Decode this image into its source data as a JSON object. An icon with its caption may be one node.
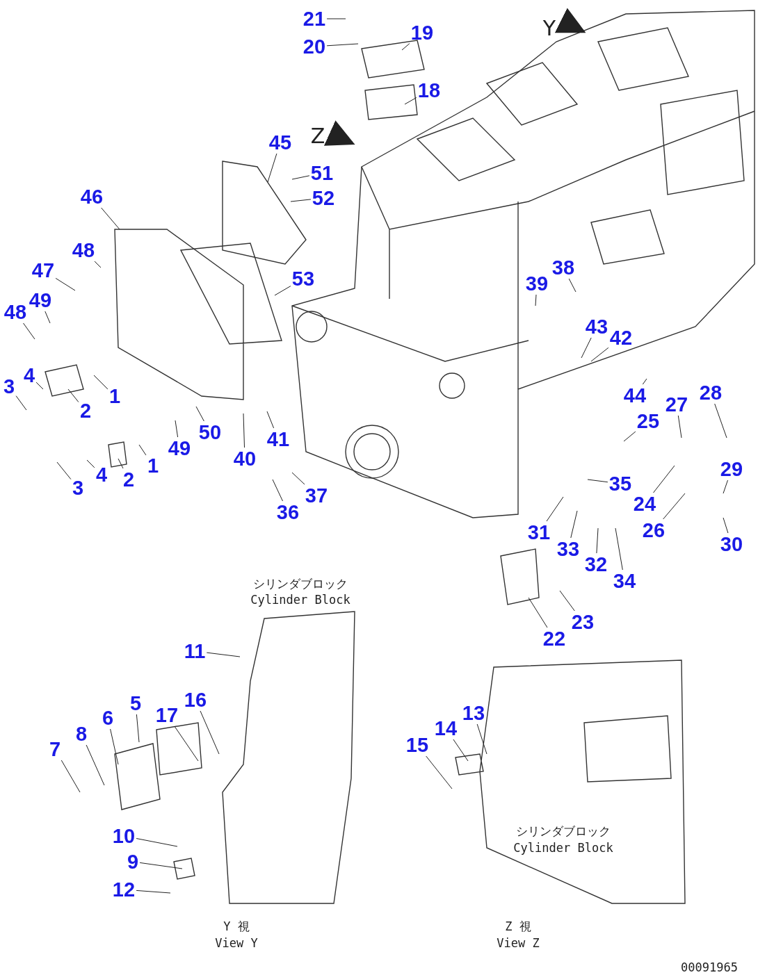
{
  "diagram": {
    "nodes": [
      {
        "text": [
          "21"
        ]
      },
      {
        "text": [
          "20"
        ]
      },
      {
        "text": [
          "19"
        ]
      },
      {
        "text": [
          "18"
        ]
      },
      {
        "text": [
          "45"
        ]
      },
      {
        "text": [
          "51"
        ]
      },
      {
        "text": [
          "52"
        ]
      },
      {
        "text": [
          "46"
        ]
      },
      {
        "text": [
          "48"
        ]
      },
      {
        "text": [
          "47"
        ]
      },
      {
        "text": [
          "49"
        ]
      },
      {
        "text": [
          "48"
        ]
      },
      {
        "text": [
          "53"
        ]
      },
      {
        "text": [
          "3"
        ]
      },
      {
        "text": [
          "4"
        ]
      },
      {
        "text": [
          "2"
        ]
      },
      {
        "text": [
          "1"
        ]
      },
      {
        "text": [
          "1"
        ]
      },
      {
        "text": [
          "2"
        ]
      },
      {
        "text": [
          "4"
        ]
      },
      {
        "text": [
          "3"
        ]
      },
      {
        "text": [
          "49"
        ]
      },
      {
        "text": [
          "50"
        ]
      },
      {
        "text": [
          "40"
        ]
      },
      {
        "text": [
          "41"
        ]
      },
      {
        "text": [
          "36"
        ]
      },
      {
        "text": [
          "37"
        ]
      },
      {
        "text": [
          "39"
        ]
      },
      {
        "text": [
          "38"
        ]
      },
      {
        "text": [
          "43"
        ]
      },
      {
        "text": [
          "42"
        ]
      },
      {
        "text": [
          "44"
        ]
      },
      {
        "text": [
          "27"
        ]
      },
      {
        "text": [
          "28"
        ]
      },
      {
        "text": [
          "25"
        ]
      },
      {
        "text": [
          "24"
        ]
      },
      {
        "text": [
          "35"
        ]
      },
      {
        "text": [
          "29"
        ]
      },
      {
        "text": [
          "26"
        ]
      },
      {
        "text": [
          "30"
        ]
      },
      {
        "text": [
          "31"
        ]
      },
      {
        "text": [
          "33"
        ]
      },
      {
        "text": [
          "32"
        ]
      },
      {
        "text": [
          "34"
        ]
      },
      {
        "text": [
          "22"
        ]
      },
      {
        "text": [
          "23"
        ]
      },
      {
        "text": [
          "11"
        ]
      },
      {
        "text": [
          "5"
        ]
      },
      {
        "text": [
          "6"
        ]
      },
      {
        "text": [
          "17"
        ]
      },
      {
        "text": [
          "16"
        ]
      },
      {
        "text": [
          "8"
        ]
      },
      {
        "text": [
          "7"
        ]
      },
      {
        "text": [
          "10"
        ]
      },
      {
        "text": [
          "9"
        ]
      },
      {
        "text": [
          "12"
        ]
      },
      {
        "text": [
          "15"
        ]
      },
      {
        "text": [
          "14"
        ]
      },
      {
        "text": [
          "13"
        ]
      }
    ],
    "edges": [
      {
        "from": 0,
        "to": null,
        "arrow": "none"
      },
      {
        "from": 1,
        "to": null,
        "arrow": "none"
      },
      {
        "from": 2,
        "to": null,
        "arrow": "none"
      },
      {
        "from": 3,
        "to": null,
        "arrow": "none"
      },
      {
        "from": 4,
        "to": null,
        "arrow": "none"
      },
      {
        "from": 5,
        "to": null,
        "arrow": "none"
      },
      {
        "from": 6,
        "to": null,
        "arrow": "none"
      },
      {
        "from": 7,
        "to": null,
        "arrow": "none"
      },
      {
        "from": 8,
        "to": null,
        "arrow": "none"
      },
      {
        "from": 9,
        "to": null,
        "arrow": "none"
      },
      {
        "from": 10,
        "to": null,
        "arrow": "none"
      },
      {
        "from": 11,
        "to": null,
        "arrow": "none"
      },
      {
        "from": 12,
        "to": null,
        "arrow": "none"
      },
      {
        "from": 13,
        "to": null,
        "arrow": "none"
      },
      {
        "from": 14,
        "to": null,
        "arrow": "none"
      },
      {
        "from": 15,
        "to": null,
        "arrow": "none"
      },
      {
        "from": 16,
        "to": null,
        "arrow": "none"
      },
      {
        "from": 17,
        "to": null,
        "arrow": "none"
      },
      {
        "from": 18,
        "to": null,
        "arrow": "none"
      },
      {
        "from": 19,
        "to": null,
        "arrow": "none"
      },
      {
        "from": 20,
        "to": null,
        "arrow": "none"
      },
      {
        "from": 21,
        "to": null,
        "arrow": "none"
      },
      {
        "from": 22,
        "to": null,
        "arrow": "none"
      },
      {
        "from": 23,
        "to": null,
        "arrow": "none"
      },
      {
        "from": 24,
        "to": null,
        "arrow": "none"
      },
      {
        "from": 25,
        "to": null,
        "arrow": "none"
      },
      {
        "from": 26,
        "to": null,
        "arrow": "none"
      },
      {
        "from": 27,
        "to": null,
        "arrow": "none"
      },
      {
        "from": 28,
        "to": null,
        "arrow": "none"
      },
      {
        "from": 29,
        "to": null,
        "arrow": "none"
      },
      {
        "from": 30,
        "to": null,
        "arrow": "none"
      },
      {
        "from": 31,
        "to": null,
        "arrow": "none"
      },
      {
        "from": 32,
        "to": null,
        "arrow": "none"
      },
      {
        "from": 33,
        "to": null,
        "arrow": "none"
      },
      {
        "from": 34,
        "to": null,
        "arrow": "none"
      },
      {
        "from": 35,
        "to": null,
        "arrow": "none"
      },
      {
        "from": 36,
        "to": null,
        "arrow": "none"
      },
      {
        "from": 37,
        "to": null,
        "arrow": "none"
      },
      {
        "from": 38,
        "to": null,
        "arrow": "none"
      },
      {
        "from": 39,
        "to": null,
        "arrow": "none"
      },
      {
        "from": 40,
        "to": null,
        "arrow": "none"
      },
      {
        "from": 41,
        "to": null,
        "arrow": "none"
      },
      {
        "from": 42,
        "to": null,
        "arrow": "none"
      },
      {
        "from": 43,
        "to": null,
        "arrow": "none"
      },
      {
        "from": 44,
        "to": null,
        "arrow": "none"
      },
      {
        "from": 45,
        "to": null,
        "arrow": "none"
      },
      {
        "from": 46,
        "to": null,
        "arrow": "none"
      },
      {
        "from": 47,
        "to": null,
        "arrow": "none"
      },
      {
        "from": 48,
        "to": null,
        "arrow": "none"
      },
      {
        "from": 49,
        "to": null,
        "arrow": "none"
      },
      {
        "from": 50,
        "to": null,
        "arrow": "none"
      },
      {
        "from": 51,
        "to": null,
        "arrow": "none"
      },
      {
        "from": 52,
        "to": null,
        "arrow": "none"
      },
      {
        "from": 53,
        "to": null,
        "arrow": "none"
      },
      {
        "from": 54,
        "to": null,
        "arrow": "none"
      },
      {
        "from": 55,
        "to": null,
        "arrow": "none"
      },
      {
        "from": 56,
        "to": null,
        "arrow": "none"
      },
      {
        "from": 57,
        "to": null,
        "arrow": "none"
      },
      {
        "from": 58,
        "to": null,
        "arrow": "none"
      }
    ],
    "labels": [
      "Y",
      "Z",
      "シリンダブロック",
      "Cylinder Block",
      "Y 視",
      "View Y",
      "シリンダブロック",
      "Cylinder Block",
      "Z 視",
      "View Z",
      "00091965"
    ]
  }
}
